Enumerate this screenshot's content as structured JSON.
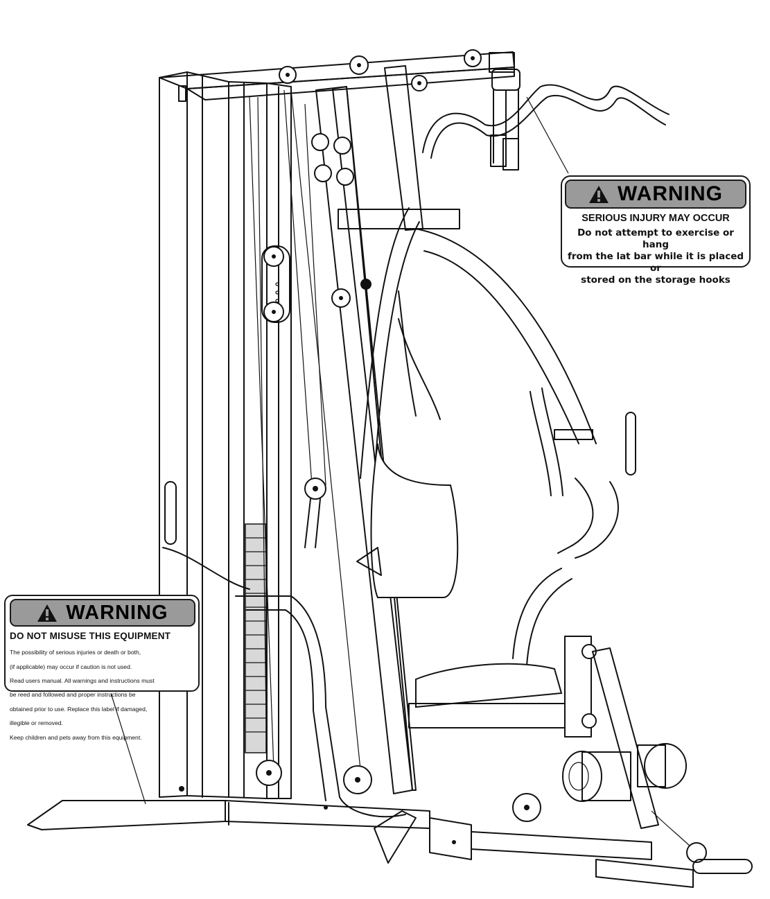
{
  "labels": {
    "top": {
      "heading": "WARNING",
      "subheading": "SERIOUS INJURY MAY OCCUR",
      "lines": [
        "Do not attempt to exercise or hang",
        "from the lat bar while it is placed or",
        "stored on the storage hooks"
      ]
    },
    "bottom": {
      "heading": "WARNING",
      "subheading": "DO NOT MISUSE THIS EQUIPMENT",
      "lines": [
        "The possibility of serious injuries or death or both,",
        "(if applicable) may occur if caution is not used.",
        "Read users manual. All warnings and instructions must",
        "be reed and followed and proper instructions be",
        "obtained prior to use. Replace this label if damaged,",
        "illegible or removed.",
        "Keep children and pets away from this equipment."
      ]
    }
  },
  "icons": {
    "warning_triangle": "warning-icon"
  },
  "colors": {
    "line": "#111111",
    "label_header": "#9a9a9a",
    "background": "#ffffff"
  }
}
